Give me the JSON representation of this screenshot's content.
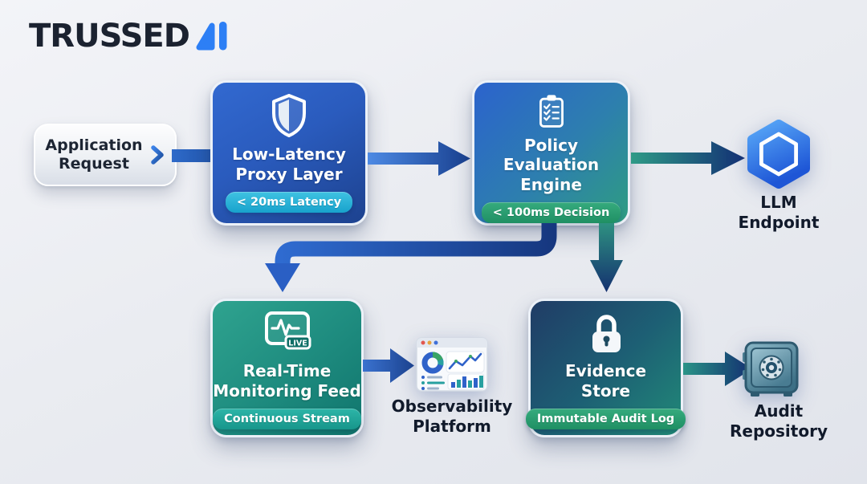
{
  "logo": {
    "text": "TRUSSED",
    "glyph": "ai-triangle-glyph",
    "glyph_color": "#2d7ff5"
  },
  "nodes": {
    "app_request": {
      "label": "Application\nRequest",
      "icon": "chevron-right-icon"
    },
    "proxy": {
      "label": "Low-Latency\nProxy Layer",
      "badge": "< 20ms Latency",
      "icon": "shield-icon"
    },
    "policy": {
      "label": "Policy Evaluation\nEngine",
      "badge": "< 100ms Decision",
      "icon": "clipboard-checklist-icon"
    },
    "llm": {
      "label": "LLM\nEndpoint",
      "icon": "openai-logo-icon"
    },
    "monitoring": {
      "label": "Real-Time\nMonitoring Feed",
      "badge": "Continuous Stream",
      "live_text": "LIVE",
      "icon": "live-monitor-icon"
    },
    "observability": {
      "label": "Observability\nPlatform",
      "icon": "dashboard-icon"
    },
    "evidence": {
      "label": "Evidence\nStore",
      "badge": "Immutable Audit Log",
      "icon": "lock-icon"
    },
    "audit": {
      "label": "Audit\nRepository",
      "icon": "vault-icon"
    }
  },
  "connections": [
    "app_request→proxy",
    "proxy→policy",
    "policy→llm",
    "policy→monitoring",
    "policy→evidence",
    "monitoring→observability",
    "evidence→audit"
  ],
  "colors": {
    "accent_blue": "#2b66c9",
    "arrow_navy": "#16377f",
    "teal": "#1f8d7c",
    "badge_cyan": "#25b4da",
    "badge_green": "#2aa173",
    "badge_teal": "#24aba0",
    "background": "#e9ebf0",
    "logo_glyph_blue": "#2d7ff5"
  }
}
